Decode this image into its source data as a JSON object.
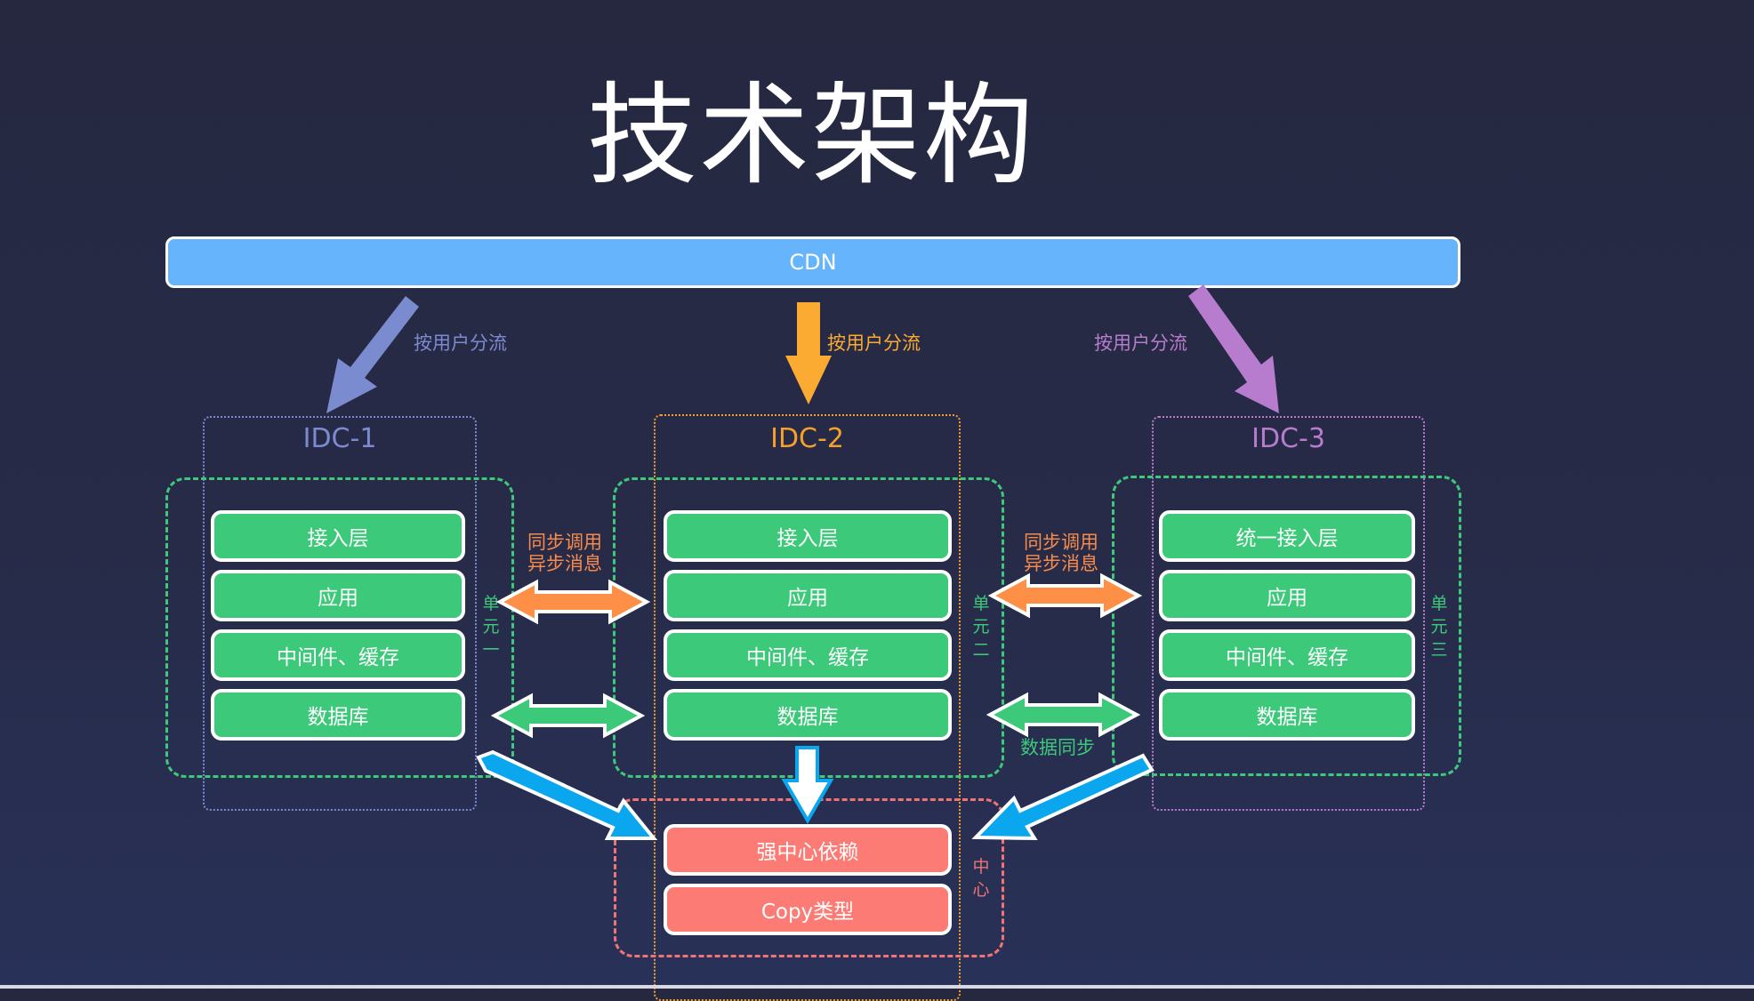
{
  "title": "技术架构",
  "cdn": {
    "label": "CDN",
    "color": "#66b5fc"
  },
  "flows": [
    {
      "label": "按用户分流",
      "color": "#7b8bcf"
    },
    {
      "label": "按用户分流",
      "color": "#fbab32"
    },
    {
      "label": "按用户分流",
      "color": "#b77ccd"
    }
  ],
  "idcs": [
    {
      "label": "IDC-1",
      "color": "#7b8bcf"
    },
    {
      "label": "IDC-2",
      "color": "#f5a02a"
    },
    {
      "label": "IDC-3",
      "color": "#b77ccd"
    }
  ],
  "units": [
    {
      "label": [
        "单",
        "元",
        "一"
      ],
      "rows": [
        "接入层",
        "应用",
        "中间件、缓存",
        "数据库"
      ]
    },
    {
      "label": [
        "单",
        "元",
        "二"
      ],
      "rows": [
        "接入层",
        "应用",
        "中间件、缓存",
        "数据库"
      ]
    },
    {
      "label": [
        "单",
        "元",
        "三"
      ],
      "rows": [
        "统一接入层",
        "应用",
        "中间件、缓存",
        "数据库"
      ]
    }
  ],
  "links": {
    "sync_async": [
      "同步调用",
      "异步消息"
    ],
    "data_sync": "数据同步"
  },
  "center": {
    "label": [
      "中",
      "心"
    ],
    "rows": [
      "强中心依赖",
      "Copy类型"
    ]
  },
  "colors": {
    "background": "#262840",
    "green": "#3cc97a",
    "red": "#fc7b74",
    "orange_arrow": "#fd8f47",
    "blue_arrow": "#0aa7ef"
  }
}
